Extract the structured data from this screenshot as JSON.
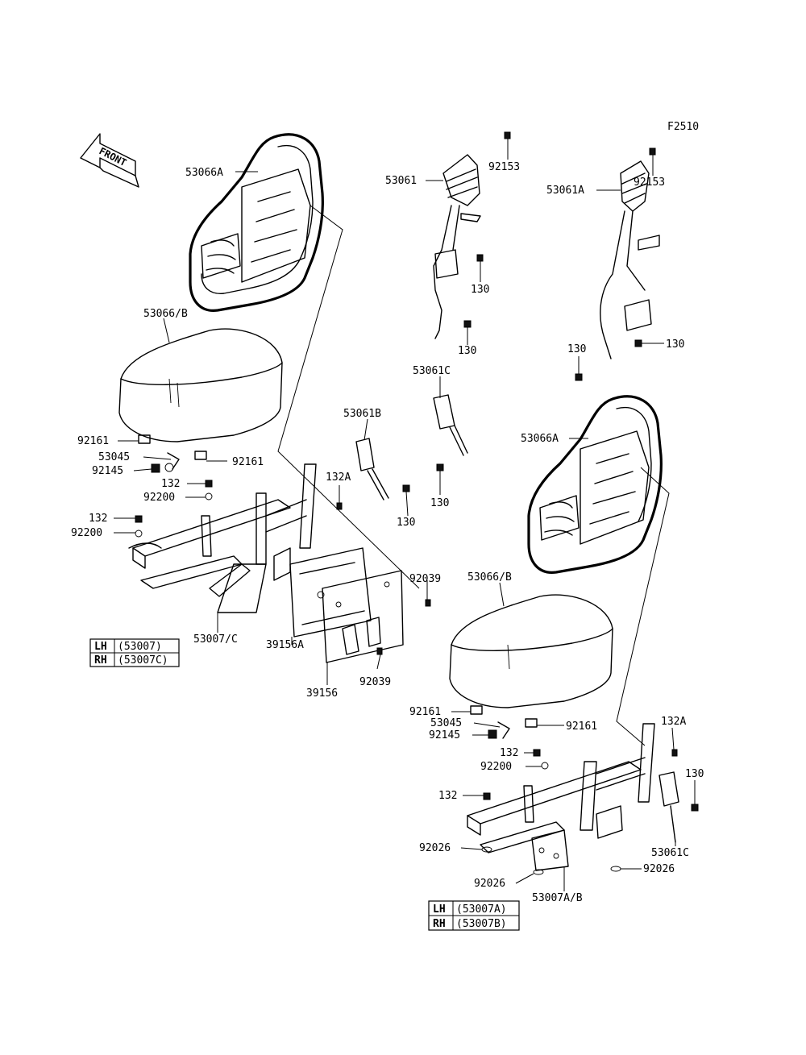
{
  "figure_code": "F2510",
  "front_label": "FRONT",
  "labels": {
    "l_53066A_top": "53066A",
    "l_53066B_top": "53066/B",
    "l_92161_a": "92161",
    "l_92161_b": "92161",
    "l_53045_a": "53045",
    "l_92145_a": "92145",
    "l_132_a": "132",
    "l_92200_a": "92200",
    "l_132_b": "132",
    "l_92200_b": "92200",
    "l_53007C": "53007/C",
    "l_39156A": "39156A",
    "l_39156": "39156",
    "l_92039_a": "92039",
    "l_92039_b": "92039",
    "l_132A_a": "132A",
    "l_53061B": "53061B",
    "l_130_mid": "130",
    "l_53061": "53061",
    "l_92153_a": "92153",
    "l_130_a": "130",
    "l_130_b": "130",
    "l_53061C_top": "53061C",
    "l_130_c": "130",
    "l_53061A": "53061A",
    "l_92153_b": "92153",
    "l_130_d": "130",
    "l_130_e": "130",
    "l_53066A_bottom": "53066A",
    "l_53066B_bottom": "53066/B",
    "l_92161_c": "92161",
    "l_92161_d": "92161",
    "l_53045_b": "53045",
    "l_92145_b": "92145",
    "l_132_c": "132",
    "l_92200_c": "92200",
    "l_132_d": "132",
    "l_132A_b": "132A",
    "l_130_f": "130",
    "l_92026_a": "92026",
    "l_92026_b": "92026",
    "l_92026_c": "92026",
    "l_53007AB": "53007A/B",
    "l_53061C_bottom": "53061C"
  },
  "tables": {
    "left": [
      {
        "side": "LH",
        "part": "(53007)"
      },
      {
        "side": "RH",
        "part": "(53007C)"
      }
    ],
    "right": [
      {
        "side": "LH",
        "part": "(53007A)"
      },
      {
        "side": "RH",
        "part": "(53007B)"
      }
    ]
  }
}
